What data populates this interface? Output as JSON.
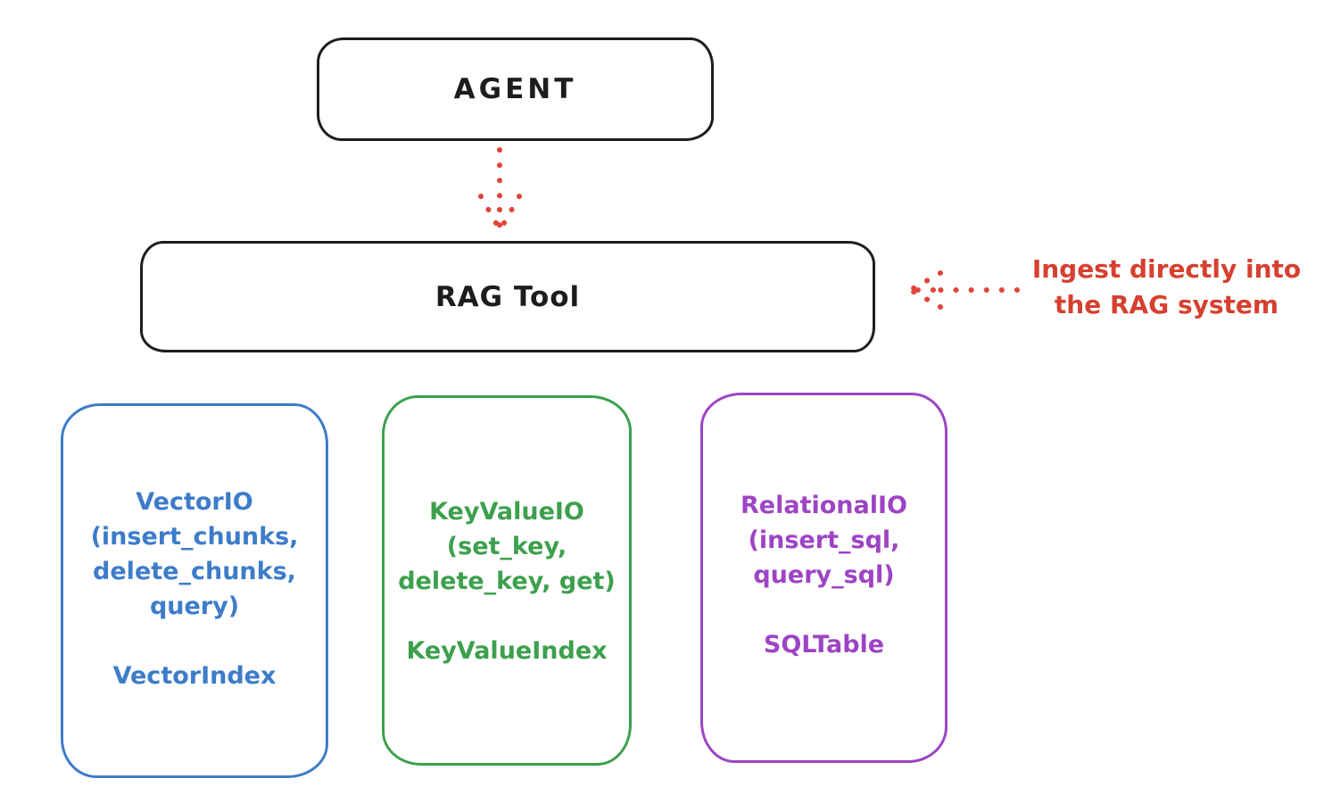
{
  "agent_box": {
    "label": "AGENT"
  },
  "rag_tool_box": {
    "label": "RAG Tool"
  },
  "annotation": {
    "line1": "Ingest directly into",
    "line2": "the RAG system",
    "color": "#d6402f"
  },
  "arrows": {
    "agent_to_rag": "dotted-down-arrow",
    "ingest_to_rag": "dotted-left-arrow",
    "color": "#e0453a"
  },
  "io_boxes": [
    {
      "id": "vector-io",
      "accent": "#3d7cc9",
      "lines": [
        "VectorIO",
        "(insert_chunks,",
        "delete_chunks,",
        "query)"
      ],
      "index_label": "VectorIndex"
    },
    {
      "id": "keyvalue-io",
      "accent": "#3da04d",
      "lines": [
        "KeyValueIO",
        "(set_key,",
        "delete_key, get)"
      ],
      "index_label": "KeyValueIndex"
    },
    {
      "id": "relational-io",
      "accent": "#9d44c4",
      "lines": [
        "RelationalIO",
        "(insert_sql,",
        "query_sql)"
      ],
      "index_label": "SQLTable"
    }
  ]
}
